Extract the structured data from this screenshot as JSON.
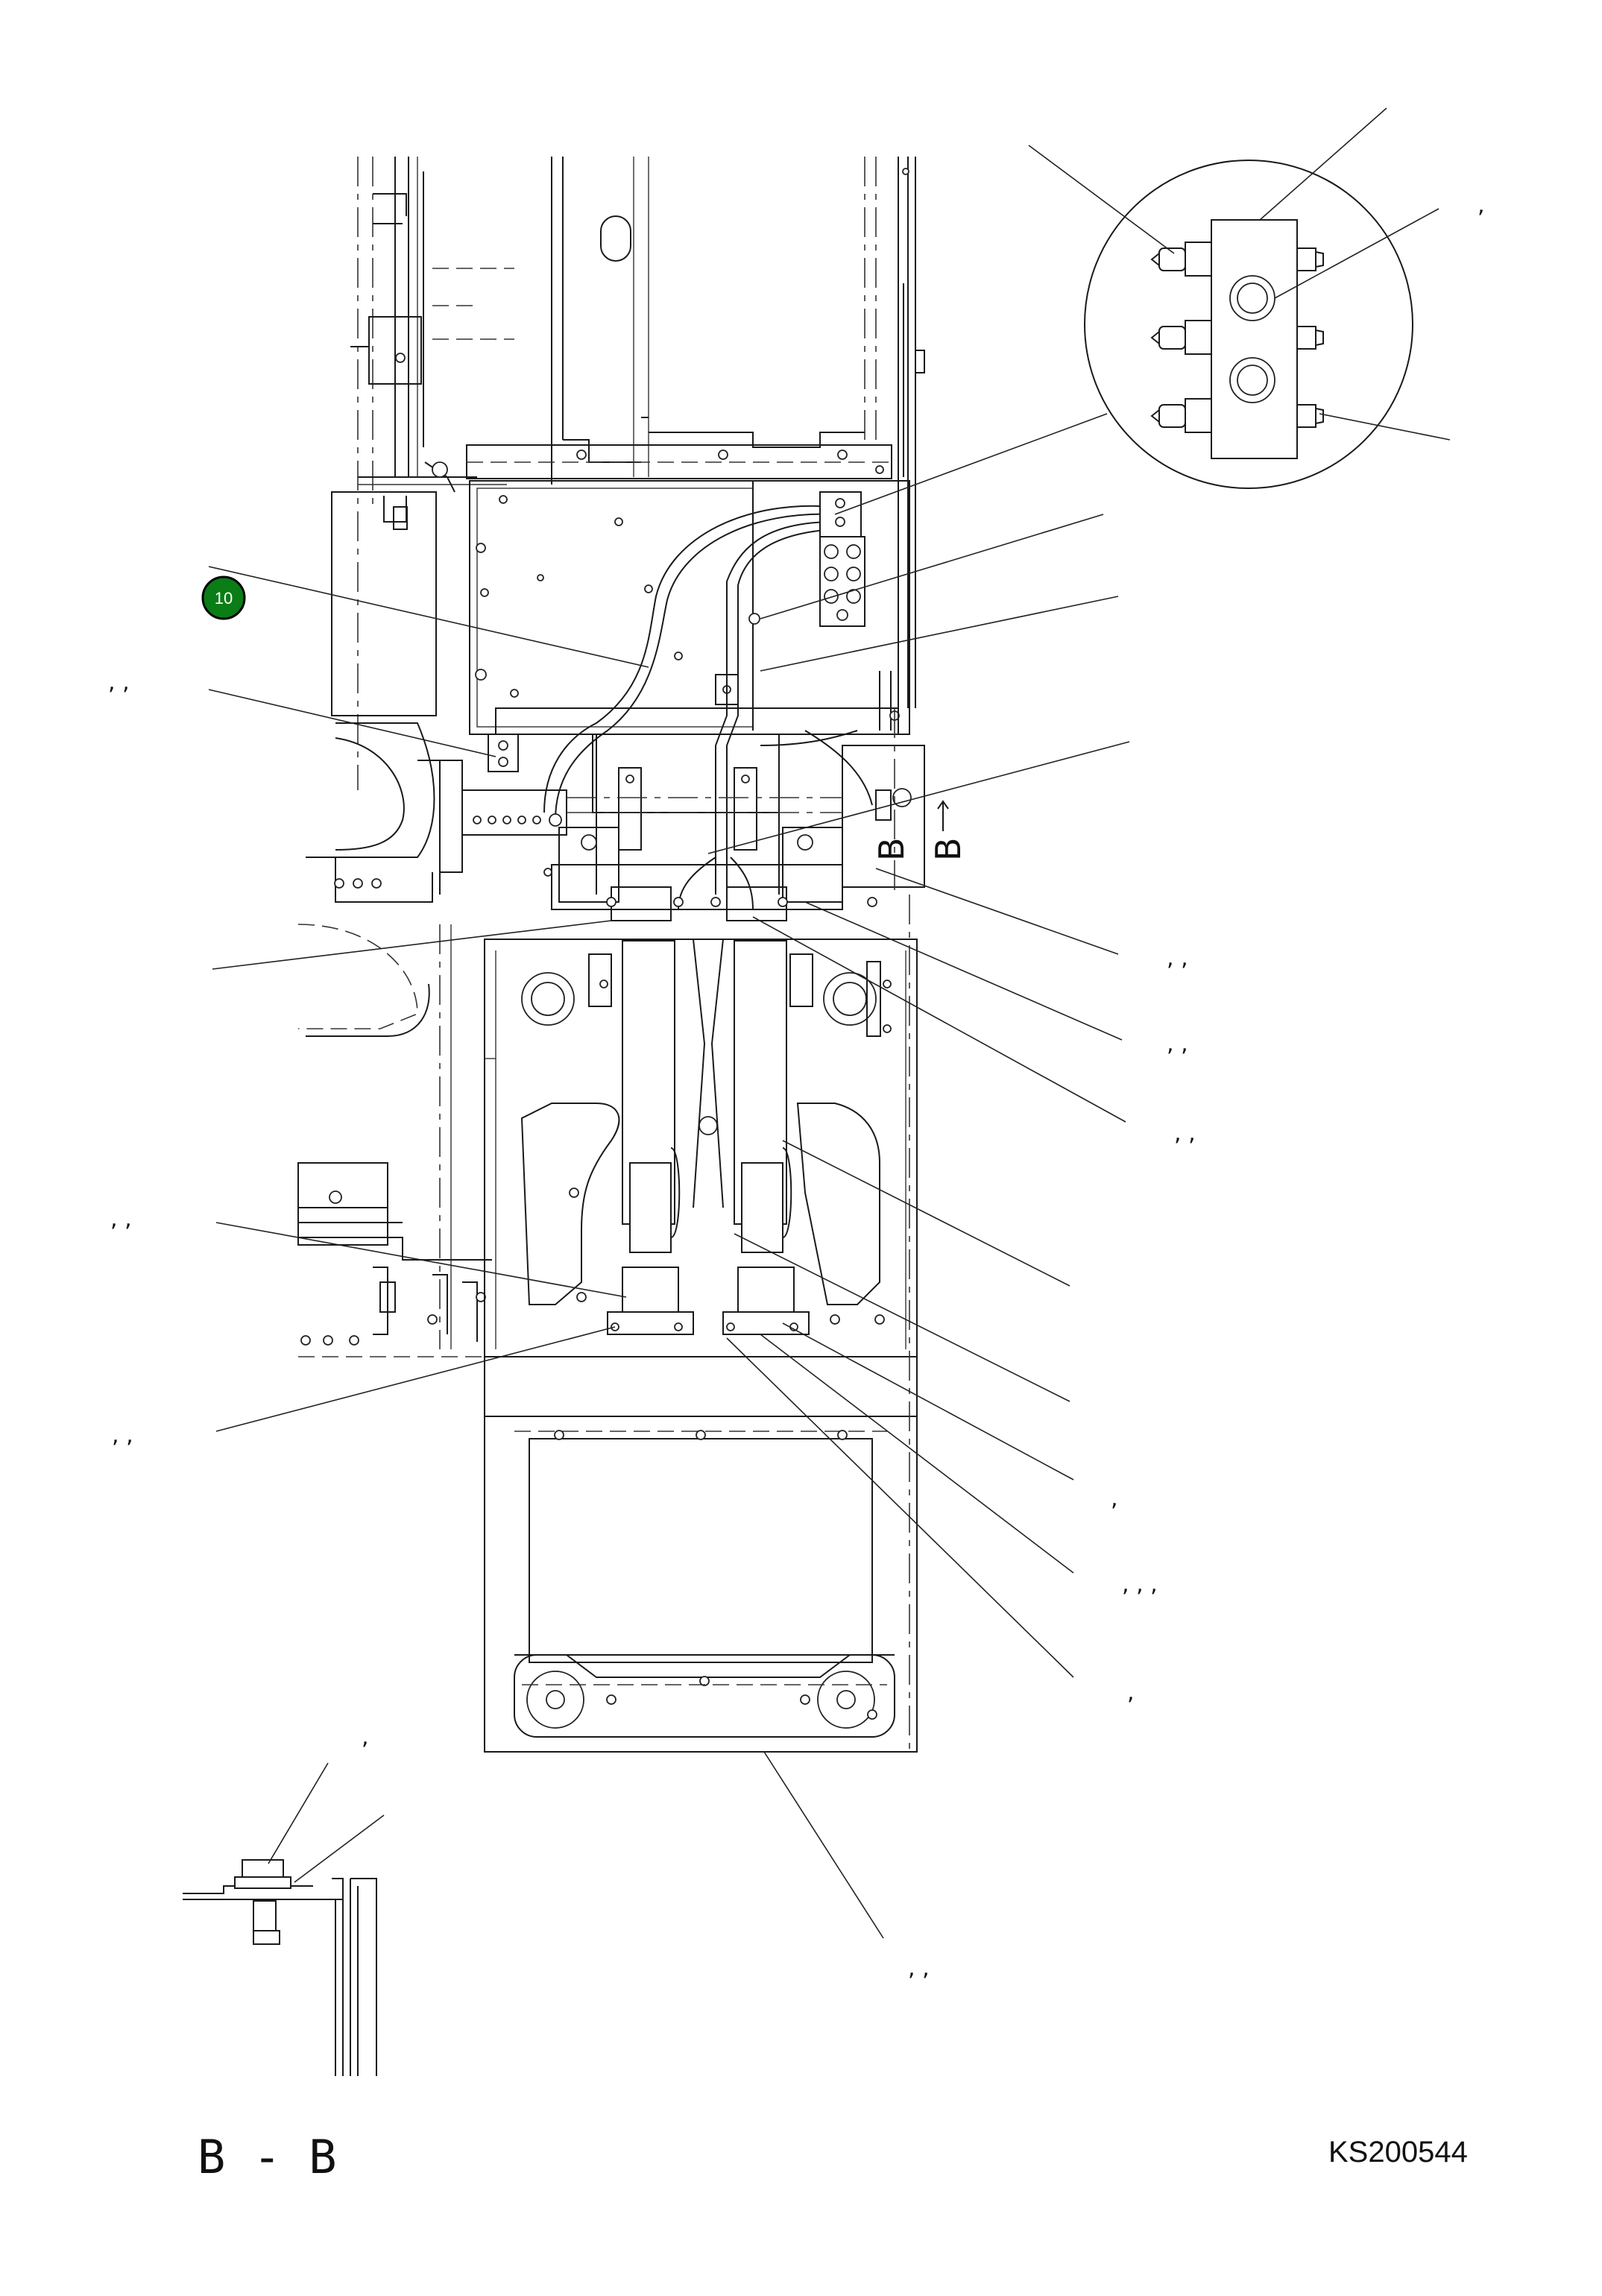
{
  "drawing": {
    "section_label": "B - B",
    "code": "KS200544",
    "section_arrow_letters": [
      "B",
      "B"
    ]
  },
  "badge": {
    "number": "10",
    "color": "#0a7d16",
    "ring_color": "#000000"
  },
  "callouts": [
    {
      "id": "c-detail-top-right",
      "text": ","
    },
    {
      "id": "c-left-1",
      "text": ",   ,"
    },
    {
      "id": "c-right-1",
      "text": ",   ,"
    },
    {
      "id": "c-right-2",
      "text": ",   ,"
    },
    {
      "id": "c-right-3",
      "text": ",   ,"
    },
    {
      "id": "c-left-2",
      "text": ",   ,"
    },
    {
      "id": "c-left-3",
      "text": ",   ,"
    },
    {
      "id": "c-right-4",
      "text": ","
    },
    {
      "id": "c-right-5",
      "text": ",   ,   ,"
    },
    {
      "id": "c-right-6",
      "text": ","
    },
    {
      "id": "c-section-top",
      "text": ","
    },
    {
      "id": "c-bottom",
      "text": ",  ,"
    }
  ],
  "colors": {
    "line": "#1a1a1a",
    "background": "#ffffff"
  }
}
